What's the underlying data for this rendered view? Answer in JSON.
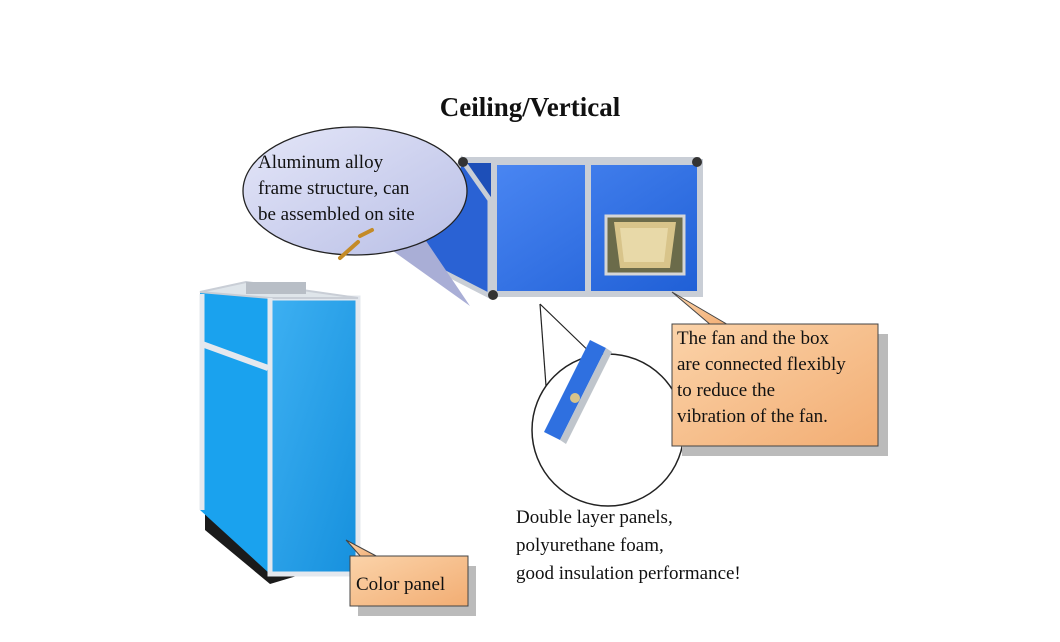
{
  "title": "Ceiling/Vertical",
  "callouts": {
    "frame": [
      "Aluminum  alloy",
      "frame  structure,  can",
      "be assembled on site"
    ],
    "fan": [
      "The fan and the box",
      "are connected flexibly",
      "to reduce the",
      "vibration of the fan."
    ],
    "color_panel": "Color panel",
    "double_layer": [
      "Double layer panels,",
      "polyurethane  foam,",
      "good insulation performance!"
    ]
  },
  "colors": {
    "bubble_fill": "#cfd3ef",
    "box_fill": "#f6bf8c",
    "unit_blue": "#2f6fe6",
    "cabinet_blue": "#2aa0ea",
    "frame_silver": "#c9ced6"
  }
}
